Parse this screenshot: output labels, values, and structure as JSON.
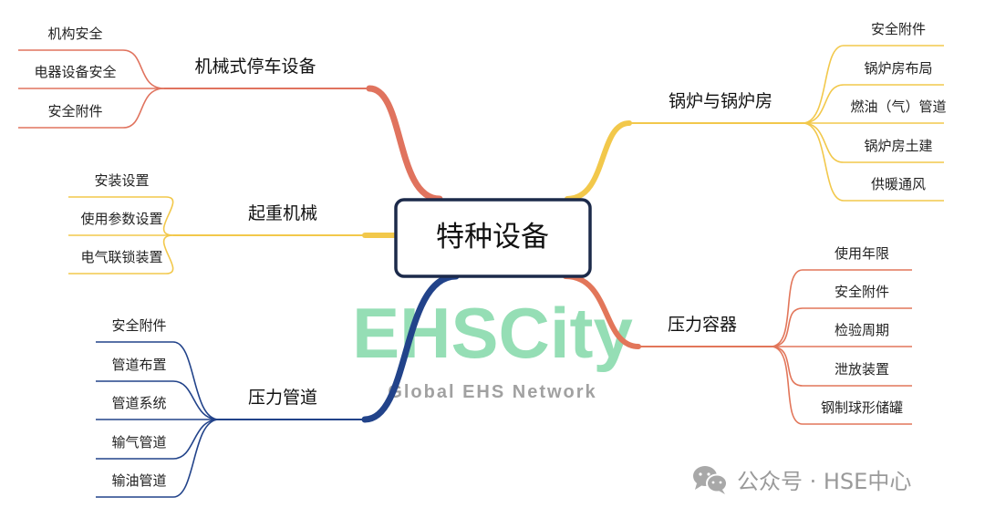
{
  "center": "特种设备",
  "watermark": {
    "logo": "EHSCity",
    "tagline": "Global EHS Network"
  },
  "colors": {
    "red": "#e0735e",
    "yellow": "#f2c84b",
    "navy": "#22438a",
    "orange": "#e2765a"
  },
  "branches": [
    {
      "label": "机械式停车设备",
      "color": "#e0735e",
      "leaves": [
        "机构安全",
        "电器设备安全",
        "安全附件"
      ]
    },
    {
      "label": "起重机械",
      "color": "#f2c84b",
      "leaves": [
        "安装设置",
        "使用参数设置",
        "电气联锁装置"
      ]
    },
    {
      "label": "压力管道",
      "color": "#22438a",
      "leaves": [
        "安全附件",
        "管道布置",
        "管道系统",
        "输气管道",
        "输油管道"
      ]
    },
    {
      "label": "锅炉与锅炉房",
      "color": "#f2c84b",
      "leaves": [
        "安全附件",
        "锅炉房布局",
        "燃油（气）管道",
        "锅炉房土建",
        "供暖通风"
      ]
    },
    {
      "label": "压力容器",
      "color": "#e2765a",
      "leaves": [
        "使用年限",
        "安全附件",
        "检验周期",
        "泄放装置",
        "钢制球形储罐"
      ]
    }
  ],
  "footer": {
    "icon": "wechat-icon",
    "text": "公众号 · HSE中心"
  }
}
